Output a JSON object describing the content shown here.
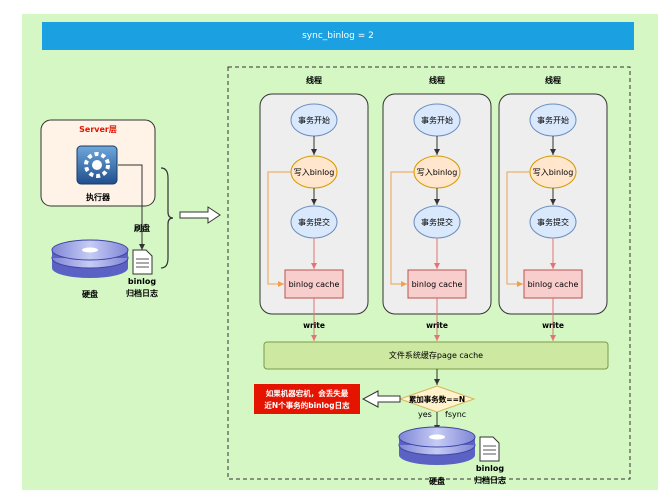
{
  "title": "sync_binlog = 2",
  "server": {
    "title": "Server层",
    "executor": "执行器"
  },
  "flush_label": "刷盘",
  "disk_label": "硬盘",
  "binlog_file_line1": "binlog",
  "binlog_file_line2": "归档日志",
  "threads": [
    {
      "title": "线程",
      "start": "事务开始",
      "write_binlog": "写入binlog",
      "commit": "事务提交",
      "cache": "binlog cache",
      "write": "write"
    },
    {
      "title": "线程",
      "start": "事务开始",
      "write_binlog": "写入binlog",
      "commit": "事务提交",
      "cache": "binlog cache",
      "write": "write"
    },
    {
      "title": "线程",
      "start": "事务开始",
      "write_binlog": "写入binlog",
      "commit": "事务提交",
      "cache": "binlog cache",
      "write": "write"
    }
  ],
  "page_cache": "文件系统缓存page cache",
  "decision": "累加事务数==N",
  "yes": "yes",
  "fsync": "fsync",
  "warning_line1": "如果机器宕机，会丢失最",
  "warning_line2": "近N个事务的binlog日志",
  "colors": {
    "title_bar": "#1ba1e2",
    "panel": "#d4f7c4",
    "ellipse_blue": "#dae8fc",
    "ellipse_orange": "#ffe6cc",
    "cache_fill": "#f8cecc",
    "page_cache_fill": "#cde8a0",
    "warning": "#e51400"
  }
}
